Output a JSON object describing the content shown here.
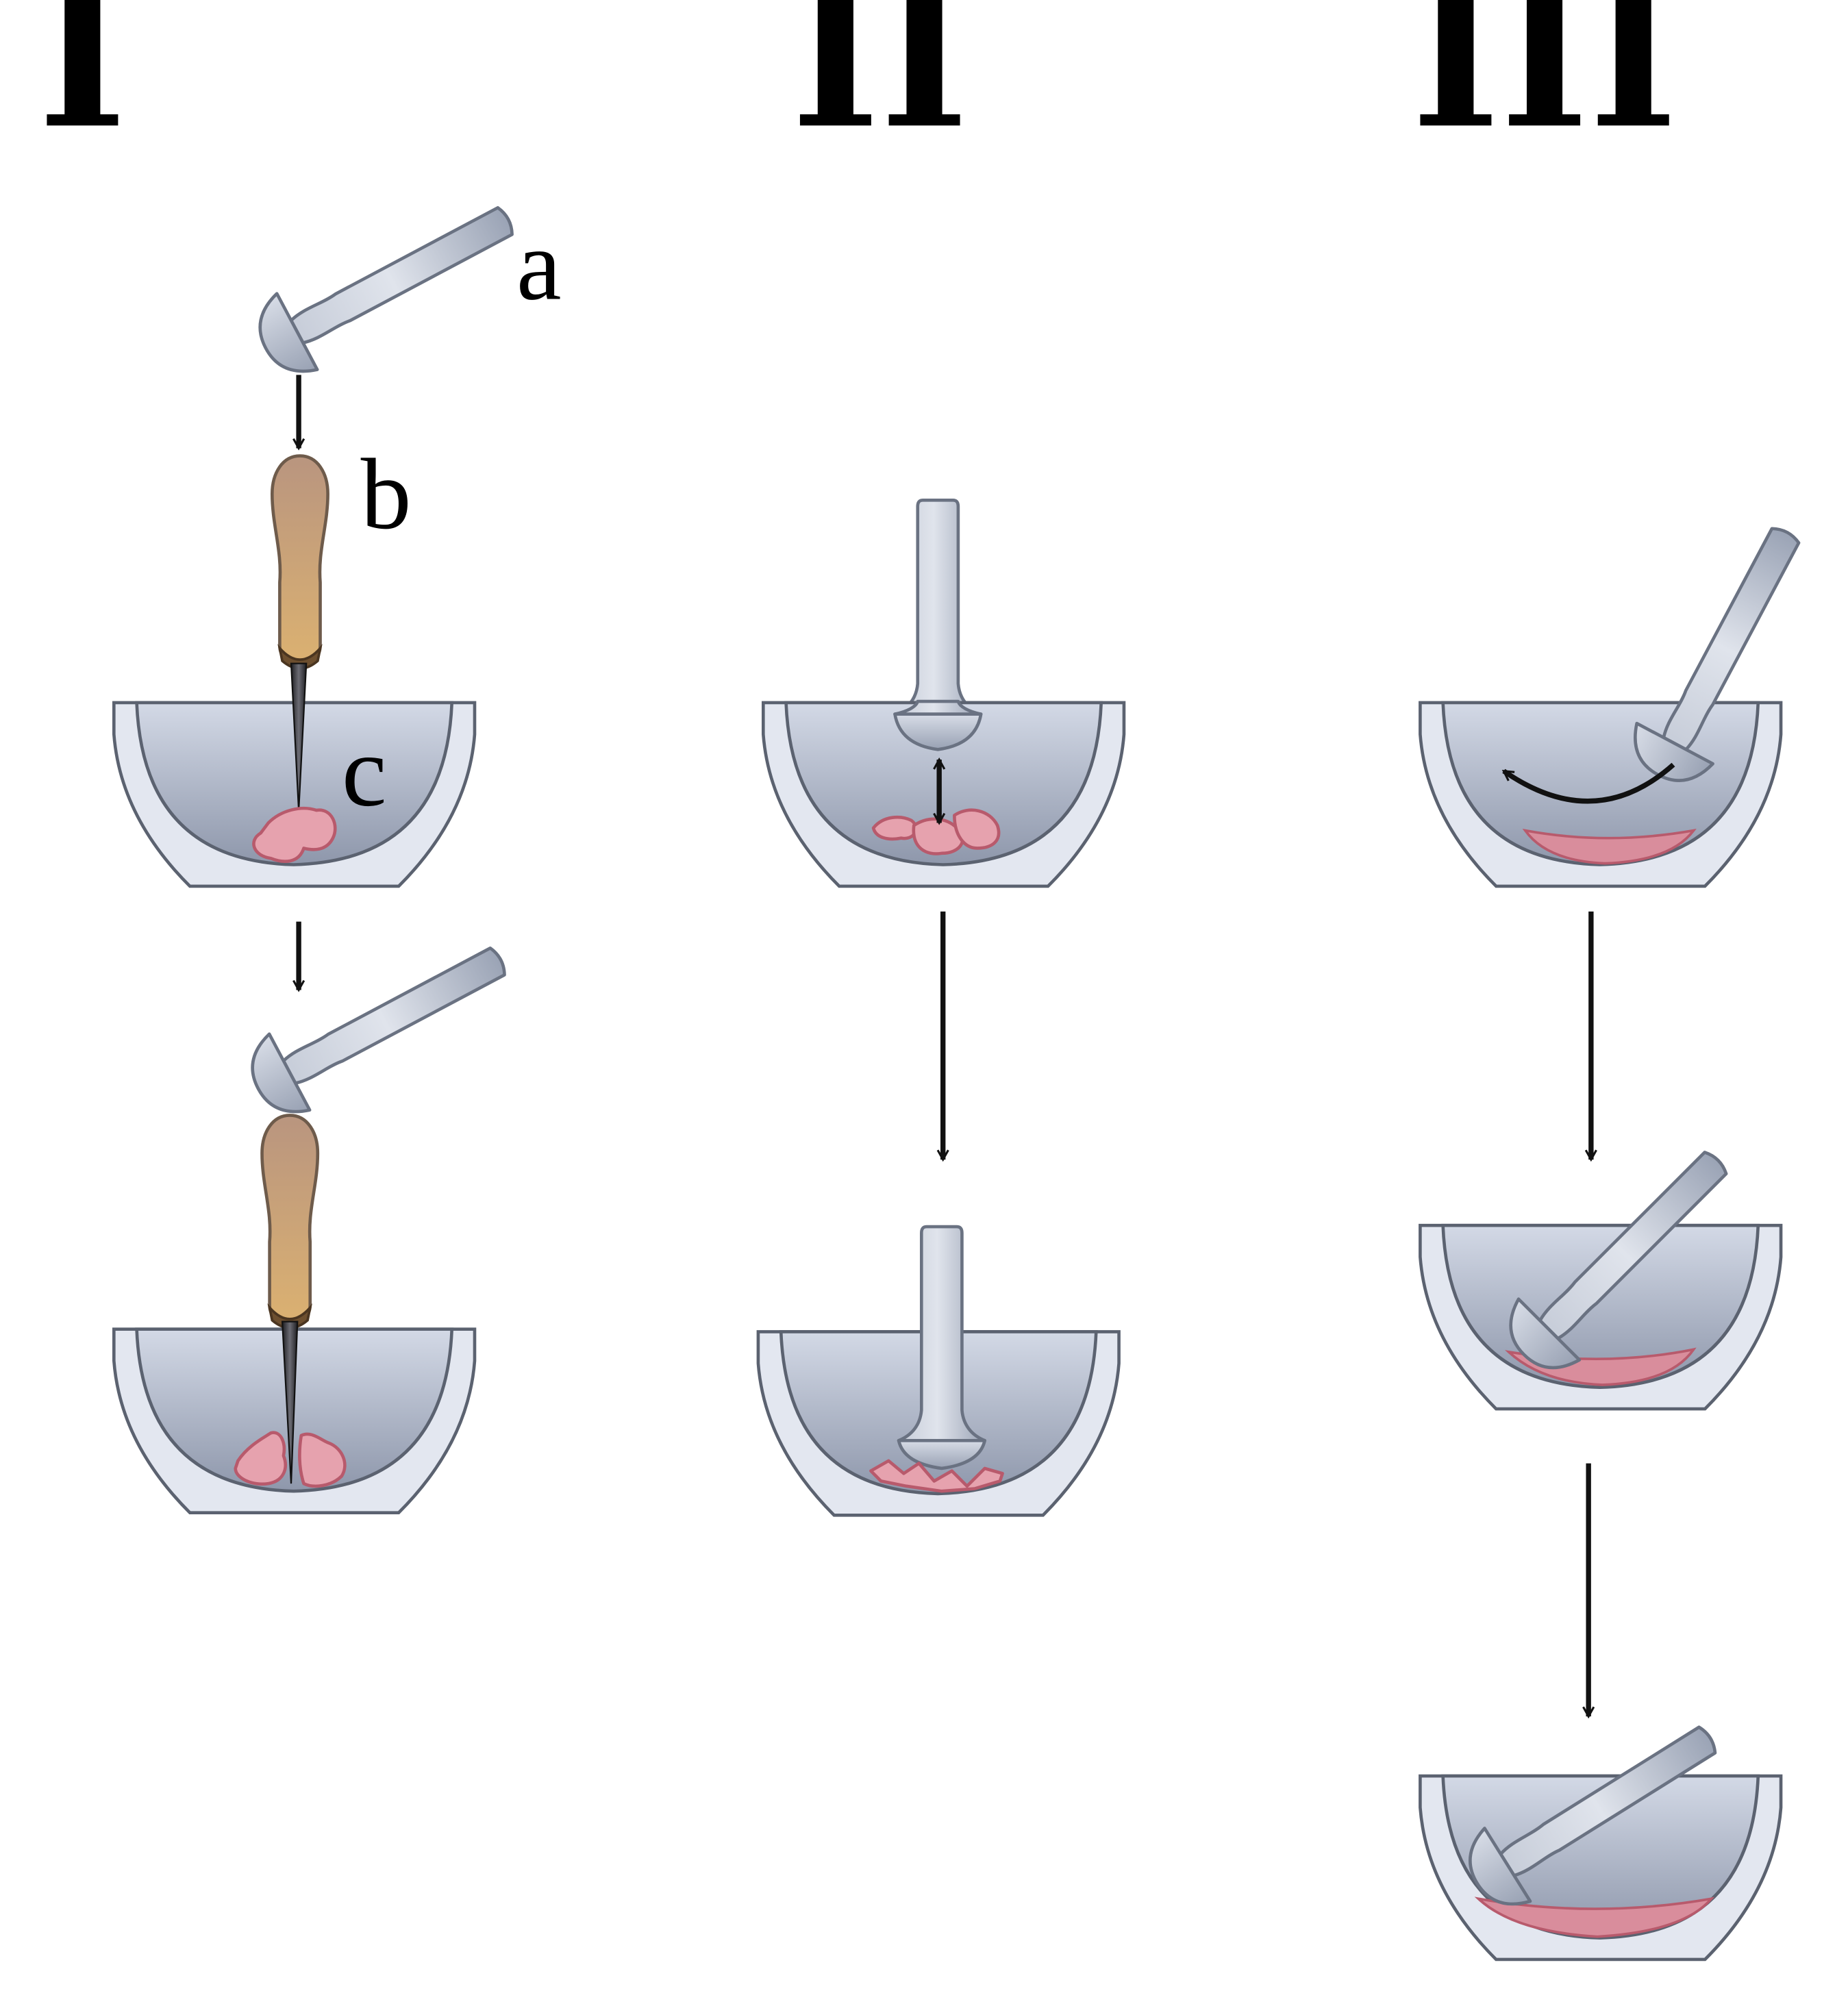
{
  "columns": [
    {
      "id": "col-1",
      "title": "I"
    },
    {
      "id": "col-2",
      "title": "II"
    },
    {
      "id": "col-3",
      "title": "III"
    }
  ],
  "callouts": [
    {
      "id": "label-a",
      "text": "a"
    },
    {
      "id": "label-b",
      "text": "b"
    },
    {
      "id": "label-c",
      "text": "c"
    }
  ],
  "colors": {
    "bowl_outer": "#e3e7f0",
    "bowl_inner_top": "#d3d9e6",
    "bowl_inner_bottom": "#8e97ab",
    "steel_light": "#d8dde7",
    "steel_dark": "#98a1b3",
    "wood_top": "#b9957f",
    "wood_bottom": "#dbb171",
    "tissue": "#e6a2ae",
    "tissue_ground": "#d98d9c",
    "arrow": "#111111"
  }
}
